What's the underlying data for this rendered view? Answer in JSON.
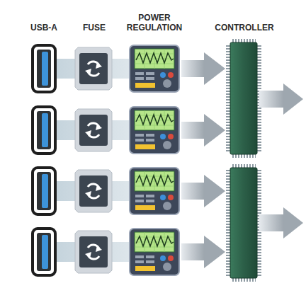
{
  "diagram": {
    "labels": [
      "USB-A",
      "FUSE",
      "POWER REGULATION",
      "CONTROLLER"
    ]
  }
}
